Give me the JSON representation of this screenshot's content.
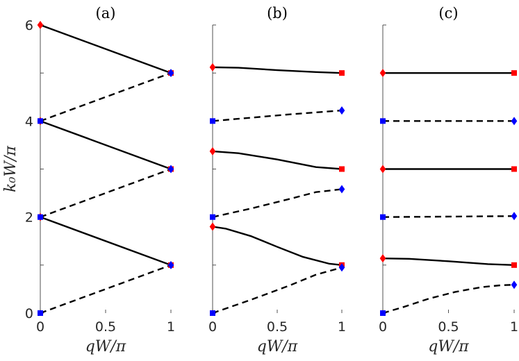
{
  "colors": {
    "line": "#000000",
    "red": "#ff0000",
    "blue": "#0000ff",
    "axis": "#262626"
  },
  "chart_data": [
    {
      "type": "line",
      "title": "(a)",
      "xlabel": "qW/π",
      "ylabel": "k₀W/π",
      "xlim": [
        0,
        1
      ],
      "ylim": [
        0,
        6
      ],
      "xticks": [
        "0",
        "0.5",
        "1"
      ],
      "yticks": [
        "0",
        "2",
        "4",
        "6"
      ],
      "series": [
        {
          "style": "solid",
          "points": [
            [
              0,
              6
            ],
            [
              1,
              5
            ]
          ]
        },
        {
          "style": "dashed",
          "points": [
            [
              0,
              4
            ],
            [
              1,
              5
            ]
          ]
        },
        {
          "style": "solid",
          "points": [
            [
              0,
              4
            ],
            [
              1,
              3
            ]
          ]
        },
        {
          "style": "dashed",
          "points": [
            [
              0,
              2
            ],
            [
              1,
              3
            ]
          ]
        },
        {
          "style": "solid",
          "points": [
            [
              0,
              2
            ],
            [
              1,
              1
            ]
          ]
        },
        {
          "style": "dashed",
          "points": [
            [
              0,
              0
            ],
            [
              1,
              1
            ]
          ]
        }
      ],
      "markers": [
        {
          "shape": "diamond",
          "color": "red",
          "x": 0,
          "y": 6
        },
        {
          "shape": "diamond",
          "color": "red",
          "x": 0,
          "y": 4
        },
        {
          "shape": "square",
          "color": "blue",
          "x": 0,
          "y": 4
        },
        {
          "shape": "diamond",
          "color": "red",
          "x": 0,
          "y": 2
        },
        {
          "shape": "square",
          "color": "blue",
          "x": 0,
          "y": 2
        },
        {
          "shape": "square",
          "color": "blue",
          "x": 0,
          "y": 0
        },
        {
          "shape": "square",
          "color": "red",
          "x": 1,
          "y": 5
        },
        {
          "shape": "diamond",
          "color": "blue",
          "x": 1,
          "y": 5
        },
        {
          "shape": "square",
          "color": "red",
          "x": 1,
          "y": 3
        },
        {
          "shape": "diamond",
          "color": "blue",
          "x": 1,
          "y": 3
        },
        {
          "shape": "square",
          "color": "red",
          "x": 1,
          "y": 1
        },
        {
          "shape": "diamond",
          "color": "blue",
          "x": 1,
          "y": 1
        }
      ]
    },
    {
      "type": "line",
      "title": "(b)",
      "xlabel": "qW/π",
      "xlim": [
        0,
        1
      ],
      "ylim": [
        0,
        6
      ],
      "xticks": [
        "0",
        "0.5",
        "1"
      ],
      "yticks": [],
      "series": [
        {
          "style": "solid",
          "points": [
            [
              0,
              5.12
            ],
            [
              0.2,
              5.11
            ],
            [
              0.5,
              5.06
            ],
            [
              0.8,
              5.02
            ],
            [
              1,
              5.0
            ]
          ]
        },
        {
          "style": "dashed",
          "points": [
            [
              0,
              4.0
            ],
            [
              0.3,
              4.07
            ],
            [
              0.6,
              4.14
            ],
            [
              1,
              4.22
            ]
          ]
        },
        {
          "style": "solid",
          "points": [
            [
              0,
              3.37
            ],
            [
              0.2,
              3.33
            ],
            [
              0.5,
              3.2
            ],
            [
              0.8,
              3.04
            ],
            [
              1,
              3.0
            ]
          ]
        },
        {
          "style": "dashed",
          "points": [
            [
              0,
              2.0
            ],
            [
              0.3,
              2.18
            ],
            [
              0.6,
              2.38
            ],
            [
              0.8,
              2.52
            ],
            [
              1,
              2.58
            ]
          ]
        },
        {
          "style": "solid",
          "points": [
            [
              0,
              1.8
            ],
            [
              0.1,
              1.76
            ],
            [
              0.3,
              1.6
            ],
            [
              0.5,
              1.38
            ],
            [
              0.7,
              1.17
            ],
            [
              0.9,
              1.03
            ],
            [
              1,
              1.0
            ]
          ]
        },
        {
          "style": "dashed",
          "points": [
            [
              0,
              0.0
            ],
            [
              0.3,
              0.28
            ],
            [
              0.6,
              0.58
            ],
            [
              0.8,
              0.8
            ],
            [
              1,
              0.95
            ]
          ]
        }
      ],
      "markers": [
        {
          "shape": "diamond",
          "color": "red",
          "x": 0,
          "y": 5.12
        },
        {
          "shape": "square",
          "color": "blue",
          "x": 0,
          "y": 4.0
        },
        {
          "shape": "diamond",
          "color": "red",
          "x": 0,
          "y": 3.37
        },
        {
          "shape": "square",
          "color": "blue",
          "x": 0,
          "y": 2.0
        },
        {
          "shape": "diamond",
          "color": "red",
          "x": 0,
          "y": 1.8
        },
        {
          "shape": "square",
          "color": "blue",
          "x": 0,
          "y": 0.0
        },
        {
          "shape": "square",
          "color": "red",
          "x": 1,
          "y": 5.0
        },
        {
          "shape": "diamond",
          "color": "blue",
          "x": 1,
          "y": 4.22
        },
        {
          "shape": "square",
          "color": "red",
          "x": 1,
          "y": 3.0
        },
        {
          "shape": "diamond",
          "color": "blue",
          "x": 1,
          "y": 2.58
        },
        {
          "shape": "square",
          "color": "red",
          "x": 1,
          "y": 1.0
        },
        {
          "shape": "diamond",
          "color": "blue",
          "x": 1,
          "y": 0.95
        }
      ]
    },
    {
      "type": "line",
      "title": "(c)",
      "xlabel": "qW/π",
      "xlim": [
        0,
        1
      ],
      "ylim": [
        0,
        6
      ],
      "xticks": [
        "0",
        "0.5",
        "1"
      ],
      "yticks": [],
      "series": [
        {
          "style": "solid",
          "points": [
            [
              0,
              5.0
            ],
            [
              1,
              5.0
            ]
          ]
        },
        {
          "style": "dashed",
          "points": [
            [
              0,
              4.0
            ],
            [
              1,
              4.0
            ]
          ]
        },
        {
          "style": "solid",
          "points": [
            [
              0,
              3.0
            ],
            [
              1,
              3.0
            ]
          ]
        },
        {
          "style": "dashed",
          "points": [
            [
              0,
              2.0
            ],
            [
              1,
              2.02
            ]
          ]
        },
        {
          "style": "solid",
          "points": [
            [
              0,
              1.14
            ],
            [
              0.2,
              1.13
            ],
            [
              0.5,
              1.08
            ],
            [
              0.8,
              1.02
            ],
            [
              1,
              1.0
            ]
          ]
        },
        {
          "style": "dashed",
          "points": [
            [
              0,
              0.0
            ],
            [
              0.15,
              0.12
            ],
            [
              0.35,
              0.3
            ],
            [
              0.55,
              0.44
            ],
            [
              0.75,
              0.54
            ],
            [
              0.9,
              0.58
            ],
            [
              1,
              0.59
            ]
          ]
        }
      ],
      "markers": [
        {
          "shape": "diamond",
          "color": "red",
          "x": 0,
          "y": 5.0
        },
        {
          "shape": "square",
          "color": "blue",
          "x": 0,
          "y": 4.0
        },
        {
          "shape": "diamond",
          "color": "red",
          "x": 0,
          "y": 3.0
        },
        {
          "shape": "square",
          "color": "blue",
          "x": 0,
          "y": 2.0
        },
        {
          "shape": "diamond",
          "color": "red",
          "x": 0,
          "y": 1.14
        },
        {
          "shape": "square",
          "color": "blue",
          "x": 0,
          "y": 0.0
        },
        {
          "shape": "square",
          "color": "red",
          "x": 1,
          "y": 5.0
        },
        {
          "shape": "diamond",
          "color": "blue",
          "x": 1,
          "y": 4.0
        },
        {
          "shape": "square",
          "color": "red",
          "x": 1,
          "y": 3.0
        },
        {
          "shape": "diamond",
          "color": "blue",
          "x": 1,
          "y": 2.02
        },
        {
          "shape": "square",
          "color": "red",
          "x": 1,
          "y": 1.0
        },
        {
          "shape": "diamond",
          "color": "blue",
          "x": 1,
          "y": 0.59
        }
      ]
    }
  ]
}
